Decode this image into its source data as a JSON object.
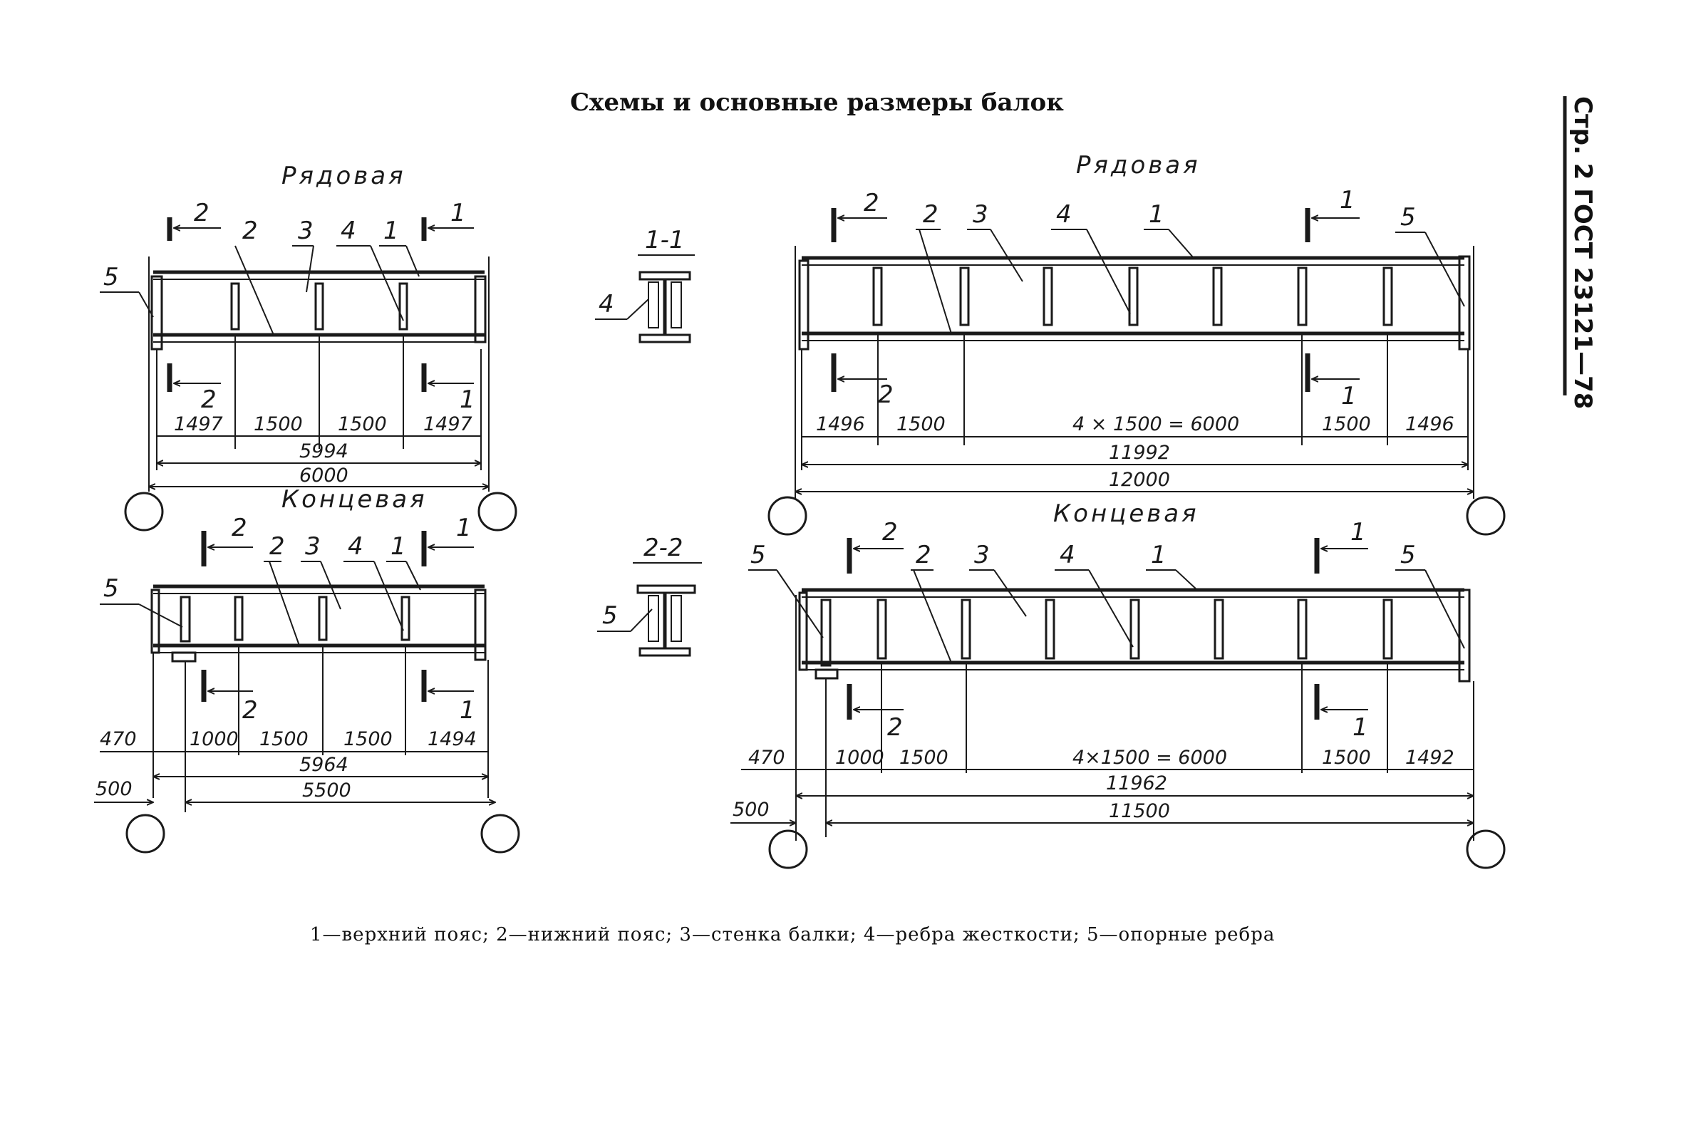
{
  "title": "Схемы и основные размеры балок",
  "side_header": "Стр. 2 ГОСТ 23121—78",
  "legend": "1—верхний пояс; 2—нижний пояс; 3—стенка балки; 4—ребра жесткости; 5—опорные ребра",
  "cross_sections": [
    {
      "label": "1-1",
      "callout": "4"
    },
    {
      "label": "2-2",
      "callout": "5"
    }
  ],
  "beams": [
    {
      "caption": "Рядовая",
      "callouts": [
        "2",
        "3",
        "4",
        "1",
        "5"
      ],
      "section_marks": [
        "2",
        "1",
        "2",
        "1"
      ],
      "dims_row1": [
        "1497",
        "1500",
        "1500",
        "1497"
      ],
      "dim_overall_inner": "5994",
      "dim_overall_outer": "6000"
    },
    {
      "caption": "Концевая",
      "callouts": [
        "2",
        "3",
        "4",
        "1",
        "5"
      ],
      "section_marks": [
        "2",
        "1",
        "2",
        "1"
      ],
      "dims_row1": [
        "470",
        "1000",
        "1500",
        "1500",
        "1494"
      ],
      "dim_overall_inner": "5964",
      "dim_offset": "500",
      "dim_overall_outer": "5500"
    },
    {
      "caption": "Рядовая",
      "callouts": [
        "2",
        "3",
        "4",
        "1",
        "5"
      ],
      "section_marks": [
        "2",
        "1",
        "2",
        "1"
      ],
      "dims_row1": [
        "1496",
        "1500",
        "4 × 1500 = 6000",
        "1500",
        "1496"
      ],
      "dim_overall_inner": "11992",
      "dim_overall_outer": "12000"
    },
    {
      "caption": "Концевая",
      "callouts": [
        "5",
        "2",
        "3",
        "4",
        "1",
        "5"
      ],
      "section_marks": [
        "2",
        "1",
        "2",
        "1"
      ],
      "dims_row1": [
        "470",
        "1000",
        "1500",
        "4×1500 = 6000",
        "1500",
        "1492"
      ],
      "dim_overall_inner": "11962",
      "dim_offset": "500",
      "dim_overall_outer": "11500"
    }
  ]
}
